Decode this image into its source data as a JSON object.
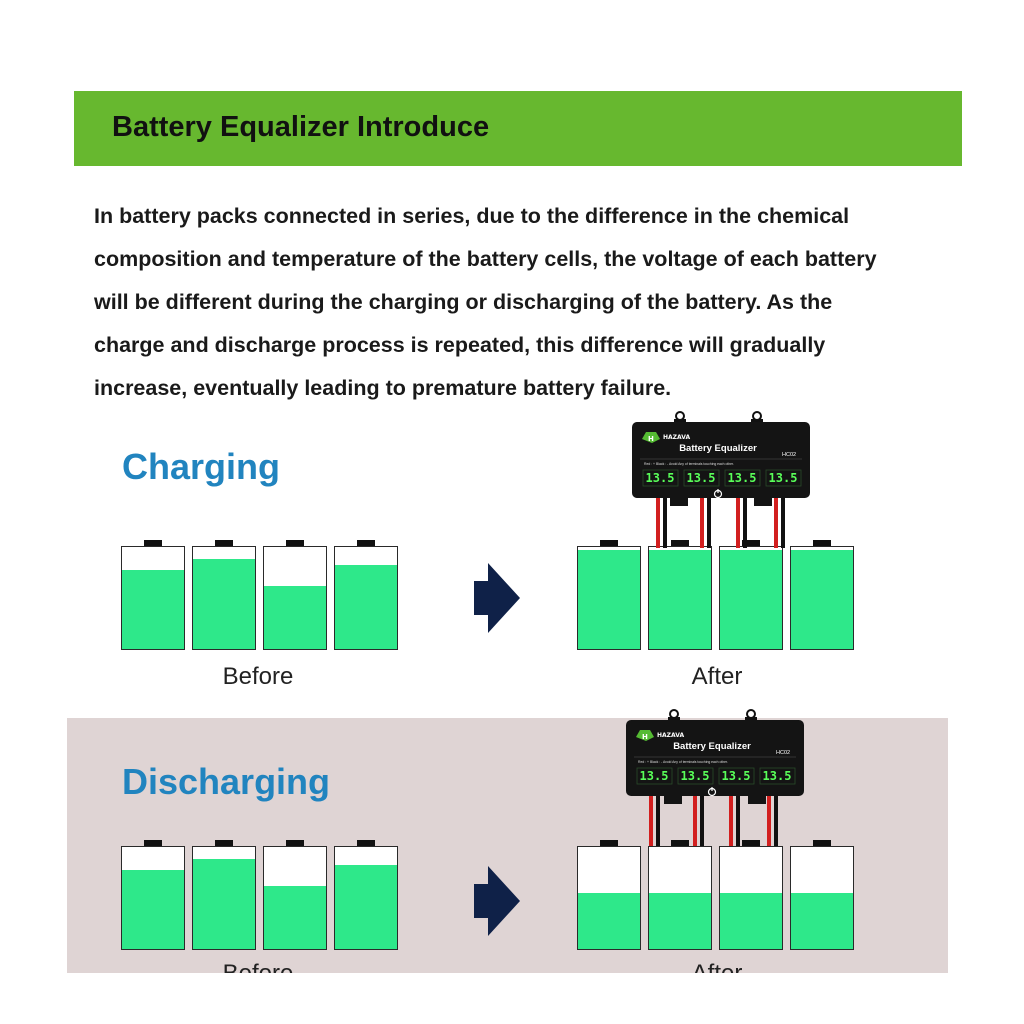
{
  "banner": {
    "title": "Battery Equalizer Introduce"
  },
  "intro": {
    "lines": [
      "In battery packs connected in series, due to the difference in the chemical",
      "composition and temperature of the battery cells, the voltage of each battery",
      "will be different during the charging or discharging of the battery. As the",
      "charge and discharge process is repeated, this difference will gradually",
      "increase, eventually leading to premature battery failure."
    ]
  },
  "device": {
    "brand": "HAZAVA",
    "name": "Battery Equalizer",
    "model": "HC02",
    "warning": "Red : +  Black : -  Avoid Any of terminals touching each other.",
    "readings": [
      "13.5",
      "13.5",
      "13.5",
      "13.5"
    ]
  },
  "charging": {
    "title": "Charging",
    "before_label": "Before",
    "after_label": "After",
    "before_levels": [
      0.77,
      0.88,
      0.62,
      0.82
    ],
    "after_levels": [
      0.97,
      0.97,
      0.97,
      0.97
    ]
  },
  "discharging": {
    "title": "Discharging",
    "before_label": "Before",
    "after_label": "After",
    "before_levels": [
      0.77,
      0.88,
      0.62,
      0.82
    ],
    "after_levels": [
      0.55,
      0.55,
      0.55,
      0.55
    ]
  },
  "colors": {
    "banner": "#67b82f",
    "heading": "#2184bf",
    "battery_fill": "#2ee88a",
    "arrow": "#0f2148",
    "display": "#59ff59",
    "discharge_bg": "#dfd4d4"
  }
}
